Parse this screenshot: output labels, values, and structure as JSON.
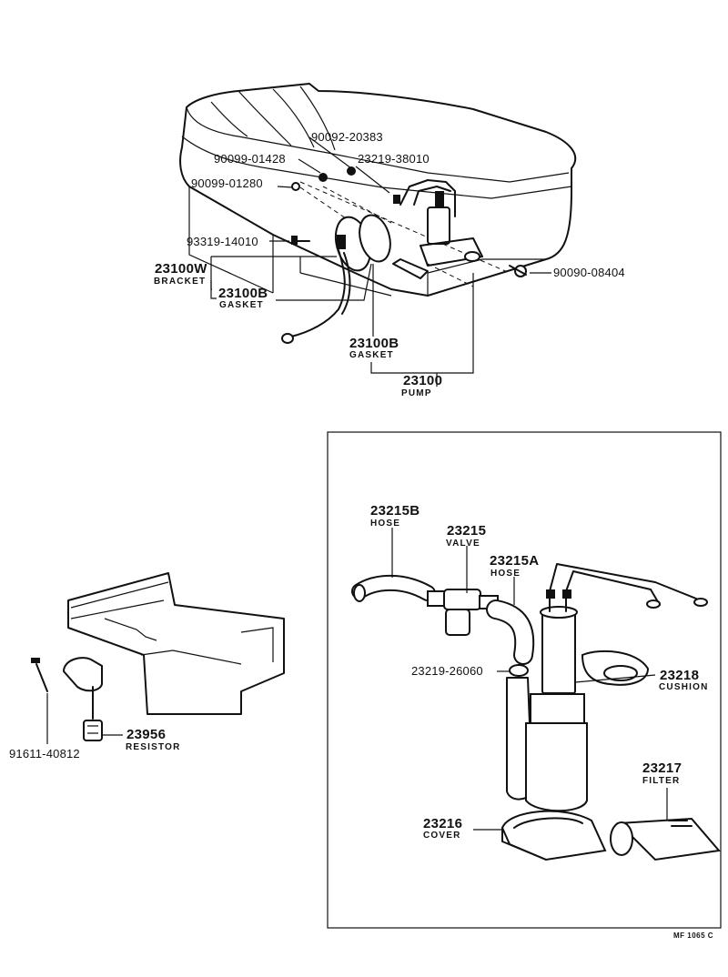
{
  "callouts": {
    "p90092_20383": {
      "number": "90092-20383"
    },
    "p90099_01428": {
      "number": "90099-01428"
    },
    "p23219_38010": {
      "number": "23219-38010"
    },
    "p90099_01280": {
      "number": "90099-01280"
    },
    "p93319_14010": {
      "number": "93319-14010"
    },
    "p23100W": {
      "number": "23100W",
      "name": "BRACKET"
    },
    "p23100B_upper": {
      "number": "23100B",
      "name": "GASKET"
    },
    "p90090_08404": {
      "number": "90090-08404"
    },
    "p23100B_lower": {
      "number": "23100B",
      "name": "GASKET"
    },
    "p23100": {
      "number": "23100",
      "name": "PUMP"
    },
    "p23215B": {
      "number": "23215B",
      "name": "HOSE"
    },
    "p23215": {
      "number": "23215",
      "name": "VALVE"
    },
    "p23215A": {
      "number": "23215A",
      "name": "HOSE"
    },
    "p23219_26060": {
      "number": "23219-26060"
    },
    "p23218": {
      "number": "23218",
      "name": "CUSHION"
    },
    "p23217": {
      "number": "23217",
      "name": "FILTER"
    },
    "p23216": {
      "number": "23216",
      "name": "COVER"
    },
    "p91611_40812": {
      "number": "91611-40812"
    },
    "p23956": {
      "number": "23956",
      "name": "RESISTOR"
    }
  },
  "figure_ref": "MF 1065 C"
}
